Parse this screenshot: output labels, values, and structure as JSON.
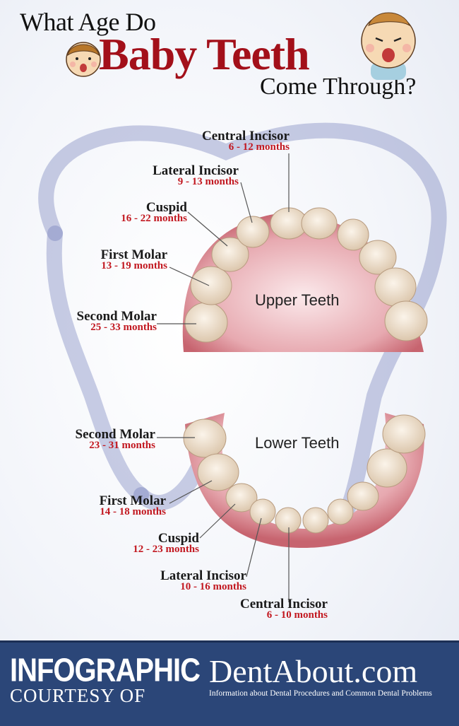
{
  "title": {
    "line1": "What Age Do",
    "line2": "Baby Teeth",
    "line3": "Come Through?"
  },
  "upper": {
    "label": "Upper Teeth",
    "teeth": [
      {
        "name": "Central Incisor",
        "age": "6 - 12 months"
      },
      {
        "name": "Lateral Incisor",
        "age": "9 - 13 months"
      },
      {
        "name": "Cuspid",
        "age": "16 - 22 months"
      },
      {
        "name": "First Molar",
        "age": "13 - 19 months"
      },
      {
        "name": "Second Molar",
        "age": "25 - 33 months"
      }
    ]
  },
  "lower": {
    "label": "Lower Teeth",
    "teeth": [
      {
        "name": "Second Molar",
        "age": "23 - 31 months"
      },
      {
        "name": "First Molar",
        "age": "14 - 18 months"
      },
      {
        "name": "Cuspid",
        "age": "12 - 23 months"
      },
      {
        "name": "Lateral Incisor",
        "age": "10 - 16 months"
      },
      {
        "name": "Central Incisor",
        "age": "6 - 10 months"
      }
    ]
  },
  "footer": {
    "infographic": "INFOGRAPHIC",
    "courtesy": "COURTESY OF",
    "brand": "DentAbout.com",
    "tagline": "Information about Dental Procedures and Common Dental Problems"
  },
  "icons": {
    "baby_left": "baby-face-icon",
    "baby_right": "baby-face-icon",
    "background": "tooth-outline-icon"
  },
  "colors": {
    "title_red": "#a3101a",
    "age_red": "#c21820",
    "gum": "#d98790",
    "tooth": "#efe2d0",
    "footer_bg": "#2b4678",
    "tooth_outline": "#6673b5"
  }
}
